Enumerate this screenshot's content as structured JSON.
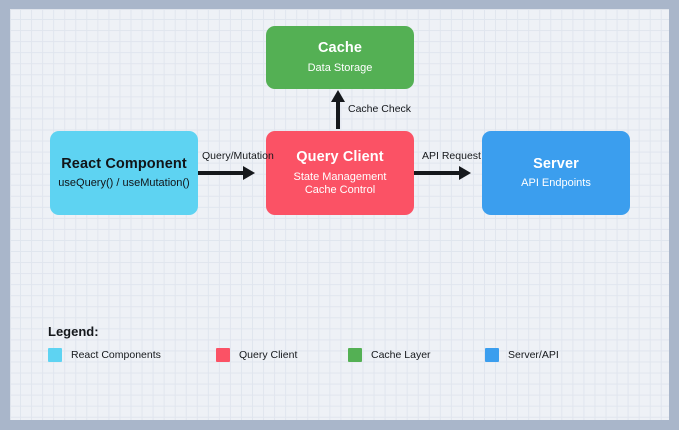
{
  "diagram": {
    "background_color": "#eef1f6",
    "frame_color": "#a9b6ca",
    "grid_color": "#e0e5ee",
    "nodes": [
      {
        "id": "react-component",
        "title": "React Component",
        "subtitle_lines": [
          "useQuery() / useMutation()"
        ],
        "color": "#5ed3f2",
        "text_color": "#111418"
      },
      {
        "id": "query-client",
        "title": "Query Client",
        "subtitle_lines": [
          "State Management",
          "Cache Control"
        ],
        "color": "#fb5265",
        "text_color": "#ffffff"
      },
      {
        "id": "cache",
        "title": "Cache",
        "subtitle_lines": [
          "Data Storage"
        ],
        "color": "#54b054",
        "text_color": "#ffffff"
      },
      {
        "id": "server",
        "title": "Server",
        "subtitle_lines": [
          "API Endpoints"
        ],
        "color": "#3b9eee",
        "text_color": "#ffffff"
      }
    ],
    "edges": [
      {
        "id": "react-to-query",
        "label": "Query/Mutation",
        "direction": "right"
      },
      {
        "id": "query-to-server",
        "label": "API Request",
        "direction": "right"
      },
      {
        "id": "query-to-cache",
        "label": "Cache Check",
        "direction": "up"
      }
    ]
  },
  "legend": {
    "title": "Legend:",
    "items": [
      {
        "label": "React Components",
        "color": "#5ed3f2"
      },
      {
        "label": "Query Client",
        "color": "#fb5265"
      },
      {
        "label": "Cache Layer",
        "color": "#54b054"
      },
      {
        "label": "Server/API",
        "color": "#3b9eee"
      }
    ]
  }
}
